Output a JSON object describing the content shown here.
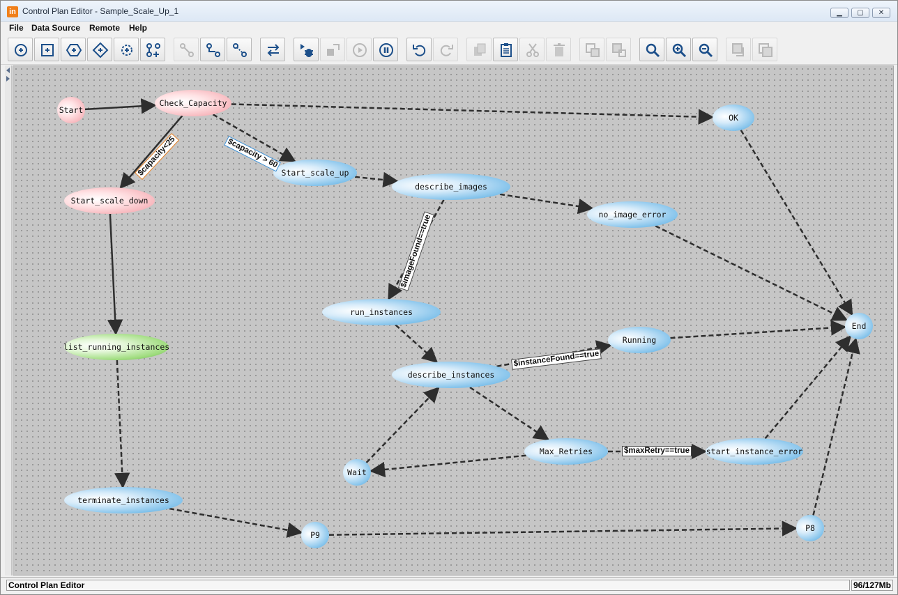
{
  "window": {
    "app_icon": "in",
    "title": "Control Plan Editor - Sample_Scale_Up_1",
    "controls": [
      "minimize-icon",
      "maximize-icon",
      "close-icon"
    ]
  },
  "menu": {
    "file": "File",
    "data_source": "Data Source",
    "remote": "Remote",
    "help": "Help"
  },
  "toolbar": {
    "buttons": [
      {
        "name": "add-start-node",
        "icon": "circle-plus-icon",
        "enabled": true
      },
      {
        "name": "add-activity-node",
        "icon": "square-plus-icon",
        "enabled": true
      },
      {
        "name": "add-hexagon-node",
        "icon": "hexagon-plus-icon",
        "enabled": true
      },
      {
        "name": "add-decision-node",
        "icon": "diamond-plus-icon",
        "enabled": true
      },
      {
        "name": "add-gear-node",
        "icon": "gear-plus-icon",
        "enabled": true
      },
      {
        "name": "add-branch",
        "icon": "branch-plus-icon",
        "enabled": true
      },
      {
        "name": "connect-solid",
        "icon": "link-solid-icon",
        "enabled": false
      },
      {
        "name": "connect-conditional",
        "icon": "link-conditional-icon",
        "enabled": true
      },
      {
        "name": "connect-dashed",
        "icon": "link-dashed-icon",
        "enabled": true
      },
      {
        "name": "swap",
        "icon": "swap-arrows-icon",
        "enabled": true
      },
      {
        "name": "debug-run",
        "icon": "debug-run-icon",
        "enabled": true
      },
      {
        "name": "step",
        "icon": "step-icon",
        "enabled": false
      },
      {
        "name": "play",
        "icon": "play-icon",
        "enabled": false
      },
      {
        "name": "pause",
        "icon": "pause-icon",
        "enabled": true
      },
      {
        "name": "undo",
        "icon": "undo-icon",
        "enabled": true
      },
      {
        "name": "redo",
        "icon": "redo-icon",
        "enabled": false
      },
      {
        "name": "copy",
        "icon": "copy-icon",
        "enabled": false
      },
      {
        "name": "paste",
        "icon": "paste-icon",
        "enabled": true
      },
      {
        "name": "cut",
        "icon": "cut-icon",
        "enabled": false
      },
      {
        "name": "delete",
        "icon": "trash-icon",
        "enabled": false
      },
      {
        "name": "group",
        "icon": "group-icon",
        "enabled": false
      },
      {
        "name": "ungroup",
        "icon": "ungroup-icon",
        "enabled": false
      },
      {
        "name": "zoom-fit",
        "icon": "magnifier-icon",
        "enabled": true
      },
      {
        "name": "zoom-in",
        "icon": "zoom-in-icon",
        "enabled": true
      },
      {
        "name": "zoom-out",
        "icon": "zoom-out-icon",
        "enabled": true
      },
      {
        "name": "bring-front",
        "icon": "bring-front-icon",
        "enabled": false
      },
      {
        "name": "send-back",
        "icon": "send-back-icon",
        "enabled": false
      }
    ]
  },
  "diagram": {
    "nodes": [
      {
        "id": "start",
        "label": "Start",
        "color": "pink"
      },
      {
        "id": "check_capacity",
        "label": "Check_Capacity",
        "color": "pink"
      },
      {
        "id": "ok",
        "label": "OK",
        "color": "blue"
      },
      {
        "id": "start_scale_up",
        "label": "Start_scale_up",
        "color": "blue"
      },
      {
        "id": "describe_images",
        "label": "describe_images",
        "color": "blue"
      },
      {
        "id": "start_scale_down",
        "label": "Start_scale_down",
        "color": "pink"
      },
      {
        "id": "no_image_error",
        "label": "no_image_error",
        "color": "blue"
      },
      {
        "id": "run_instances",
        "label": "run_instances",
        "color": "blue"
      },
      {
        "id": "end",
        "label": "End",
        "color": "blue"
      },
      {
        "id": "running",
        "label": "Running",
        "color": "blue"
      },
      {
        "id": "list_running_instances",
        "label": "list_running_instances",
        "color": "green"
      },
      {
        "id": "describe_instances",
        "label": "describe_instances",
        "color": "blue"
      },
      {
        "id": "max_retries",
        "label": "Max_Retries",
        "color": "blue"
      },
      {
        "id": "start_instance_error",
        "label": "start_instance_error",
        "color": "blue"
      },
      {
        "id": "wait",
        "label": "Wait",
        "color": "blue"
      },
      {
        "id": "terminate_instances",
        "label": "terminate_instances",
        "color": "blue"
      },
      {
        "id": "p9",
        "label": "P9",
        "color": "blue"
      },
      {
        "id": "p8",
        "label": "P8",
        "color": "blue"
      }
    ],
    "edges": [
      {
        "from": "start",
        "to": "check_capacity",
        "style": "solid"
      },
      {
        "from": "check_capacity",
        "to": "ok",
        "style": "dashed"
      },
      {
        "from": "check_capacity",
        "to": "start_scale_up",
        "style": "dashed",
        "label": "$capacity > 60"
      },
      {
        "from": "check_capacity",
        "to": "start_scale_down",
        "style": "solid",
        "label": "$capacity<25"
      },
      {
        "from": "start_scale_up",
        "to": "describe_images",
        "style": "dashed"
      },
      {
        "from": "describe_images",
        "to": "no_image_error",
        "style": "dashed"
      },
      {
        "from": "describe_images",
        "to": "run_instances",
        "style": "dashed",
        "label": "$imageFound==true"
      },
      {
        "from": "ok",
        "to": "end",
        "style": "dashed"
      },
      {
        "from": "no_image_error",
        "to": "end",
        "style": "dashed"
      },
      {
        "from": "start_scale_down",
        "to": "list_running_instances",
        "style": "solid"
      },
      {
        "from": "list_running_instances",
        "to": "terminate_instances",
        "style": "dashed"
      },
      {
        "from": "run_instances",
        "to": "describe_instances",
        "style": "dashed"
      },
      {
        "from": "describe_instances",
        "to": "running",
        "style": "dashed",
        "label": "$instanceFound==true"
      },
      {
        "from": "running",
        "to": "end",
        "style": "dashed"
      },
      {
        "from": "describe_instances",
        "to": "max_retries",
        "style": "dashed"
      },
      {
        "from": "max_retries",
        "to": "wait",
        "style": "dashed"
      },
      {
        "from": "wait",
        "to": "describe_instances",
        "style": "dashed"
      },
      {
        "from": "max_retries",
        "to": "start_instance_error",
        "style": "dashed",
        "label": "$maxRetry==true"
      },
      {
        "from": "start_instance_error",
        "to": "end",
        "style": "dashed"
      },
      {
        "from": "terminate_instances",
        "to": "p9",
        "style": "dashed"
      },
      {
        "from": "p9",
        "to": "p8",
        "style": "dashed"
      },
      {
        "from": "p8",
        "to": "end",
        "style": "dashed"
      }
    ]
  },
  "status": {
    "left": "Control Plan Editor",
    "memory": "96/127Mb"
  }
}
